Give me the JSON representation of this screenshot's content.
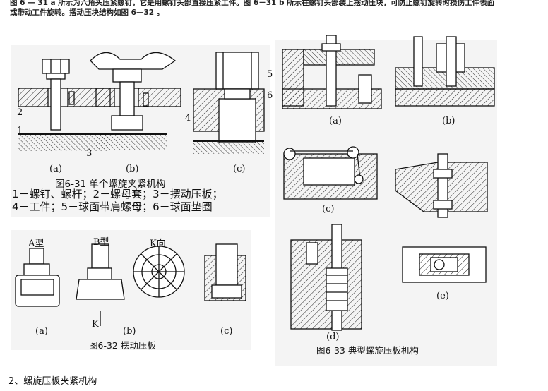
{
  "intro_text": "图 6 — 31 a 所示为六角头压紧螺钉，它是用螺钉头部直接压紧工件。图 6－31 b 所示在螺钉头部装上摆动压块，可防止螺钉旋转时损伤工件表面或带动工件旋转。摆动压块结构如图 6—32 。",
  "fig31": {
    "title": "图6-31   单个螺旋夹紧机构",
    "legend_line1": "1－螺钉、螺杆；2－螺母套；3－摆动压板；",
    "legend_line2": "4－工件；5－球面带肩螺母；6－球面垫圈",
    "sub_a": "(a)",
    "sub_b": "(b)",
    "sub_c": "(c)",
    "nums": [
      "1",
      "2",
      "3",
      "4",
      "5",
      "6"
    ]
  },
  "fig32": {
    "title": "图6-32  摆动压板",
    "type_a": "A型",
    "type_b": "B型",
    "dir_k": "K向",
    "k": "K",
    "sub_a": "(a)",
    "sub_b": "(b)",
    "sub_c": "(c)"
  },
  "fig33": {
    "title": "图6-33  典型螺旋压板机构",
    "sub_a": "(a)",
    "sub_b": "(b)",
    "sub_c": "(c)",
    "sub_d": "(d)",
    "sub_e": "(e)"
  },
  "section_heading": "2、螺旋压板夹紧机构"
}
